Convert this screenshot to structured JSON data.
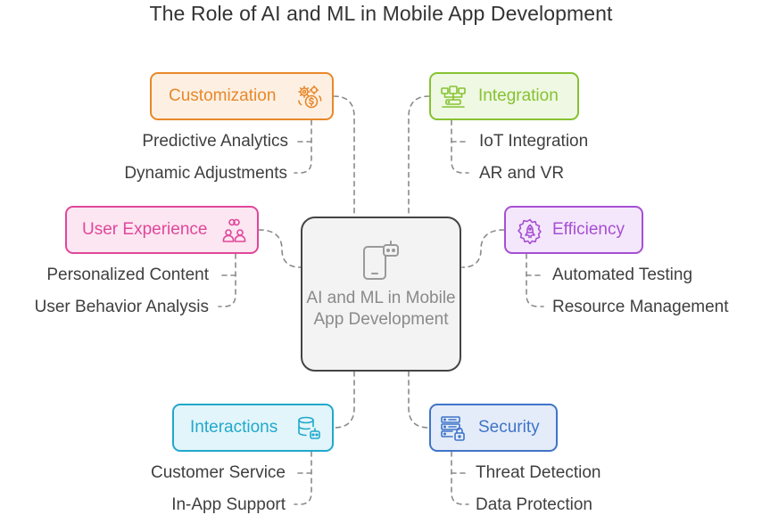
{
  "title": "The Role of AI and ML in Mobile App Development",
  "center": {
    "text": "AI and ML in Mobile App Development",
    "icon": "mobile-robot-icon"
  },
  "colors": {
    "customization": "#e8882a",
    "integration": "#86c232",
    "user_experience": "#e0479b",
    "efficiency": "#a64fd4",
    "interactions": "#21a8cc",
    "security": "#3f74c8",
    "connector": "#8a8a8a"
  },
  "branches": {
    "customization": {
      "label": "Customization",
      "icon": "gears-dollar-icon",
      "items": [
        "Predictive Analytics",
        "Dynamic Adjustments"
      ]
    },
    "integration": {
      "label": "Integration",
      "icon": "connected-devices-icon",
      "items": [
        "IoT Integration",
        "AR and VR"
      ]
    },
    "user_experience": {
      "label": "User Experience",
      "icon": "users-link-icon",
      "items": [
        "Personalized Content",
        "User Behavior Analysis"
      ]
    },
    "efficiency": {
      "label": "Efficiency",
      "icon": "gear-rocket-icon",
      "items": [
        "Automated Testing",
        "Resource Management"
      ]
    },
    "interactions": {
      "label": "Interactions",
      "icon": "database-bot-icon",
      "items": [
        "Customer Service",
        "In-App Support"
      ]
    },
    "security": {
      "label": "Security",
      "icon": "server-lock-icon",
      "items": [
        "Threat Detection",
        "Data Protection"
      ]
    }
  }
}
